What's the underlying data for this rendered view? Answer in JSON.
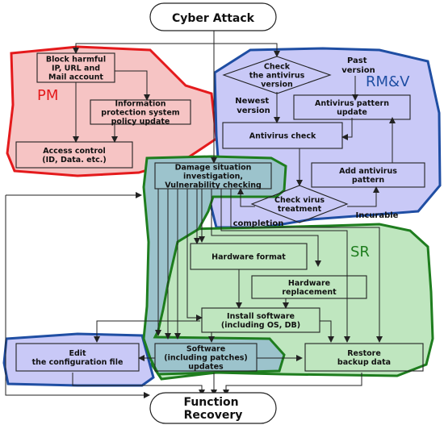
{
  "start": "Cyber Attack",
  "end": [
    "Function",
    "Recovery"
  ],
  "regions": {
    "pm": {
      "label": "PM",
      "color": "#e41a1c",
      "fill": "#f6c4c4"
    },
    "rmv": {
      "label": "RM&V",
      "color": "#1f4ea3",
      "fill": "#c9c9f7"
    },
    "sr": {
      "label": "SR",
      "color": "#1e7d1e",
      "fill": "#bfe6bf"
    },
    "overlap_fill": "#9cc3cc"
  },
  "nodes": {
    "block": [
      "Block harmful",
      "IP, URL and",
      "Mail account"
    ],
    "ips": [
      "Information",
      "protection system",
      "policy update"
    ],
    "access": [
      "Access control",
      "(ID, Data. etc.)"
    ],
    "check_version": [
      "Check",
      "the antivirus",
      "version"
    ],
    "pattern_update": [
      "Antivirus pattern",
      "update"
    ],
    "av_check": [
      "Antivirus check"
    ],
    "add_pattern": [
      "Add antivirus",
      "pattern"
    ],
    "check_treatment": [
      "Check virus",
      "treatment"
    ],
    "damage": [
      "Damage situation",
      "investigation,",
      "Vulnerability checking"
    ],
    "hw_format": [
      "Hardware format"
    ],
    "hw_replace": [
      "Hardware",
      "replacement"
    ],
    "install": [
      "Install software",
      "(including OS, DB)"
    ],
    "edit_config": [
      "Edit",
      "the configuration file"
    ],
    "sw_update": [
      "Software",
      "(including patches)",
      "updates"
    ],
    "restore": [
      "Restore",
      "backup data"
    ]
  },
  "edge_labels": {
    "past": [
      "Past",
      "version"
    ],
    "newest": [
      "Newest",
      "version"
    ],
    "incurable": "Incurable",
    "completion": "completion"
  }
}
